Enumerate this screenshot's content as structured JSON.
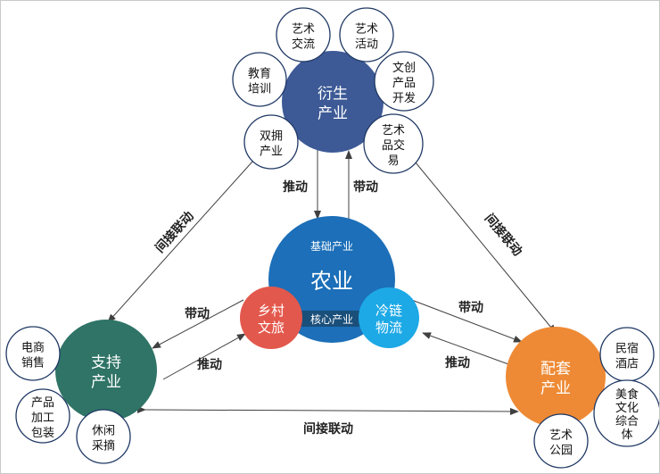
{
  "colors": {
    "derivative": "#3d5a96",
    "agriculture": "#1c6fb8",
    "support": "#2f7466",
    "matching": "#ee8a35",
    "rural_tourism": "#e3584c",
    "cold_chain": "#1da9e6",
    "satellite_border": "#1f3864",
    "arrow": "#404040"
  },
  "center": {
    "title": "农业",
    "top_label": "基础产业",
    "bottom_label": "核心产业"
  },
  "derivative": {
    "title": [
      "衍生",
      "产业"
    ],
    "satellites": [
      [
        "艺术",
        "交流"
      ],
      [
        "艺术",
        "活动"
      ],
      [
        "教育",
        "培训"
      ],
      [
        "文创",
        "产品",
        "开发"
      ],
      [
        "双拥",
        "产业"
      ],
      [
        "艺术",
        "品交",
        "易"
      ]
    ]
  },
  "support": {
    "title": [
      "支持",
      "产业"
    ],
    "satellites": [
      [
        "电商",
        "销售"
      ],
      [
        "产品",
        "加工",
        "包装"
      ],
      [
        "休闲",
        "采摘"
      ]
    ]
  },
  "matching": {
    "title": [
      "配套",
      "产业"
    ],
    "satellites": [
      [
        "民宿",
        "酒店"
      ],
      [
        "美食",
        "文化",
        "综合",
        "体"
      ],
      [
        "艺术",
        "公园"
      ]
    ]
  },
  "rural_tourism": [
    "乡村",
    "文旅"
  ],
  "cold_chain": [
    "冷链",
    "物流"
  ],
  "labels": {
    "drive": "推动",
    "lead": "带动",
    "indirect": "间接联动"
  }
}
